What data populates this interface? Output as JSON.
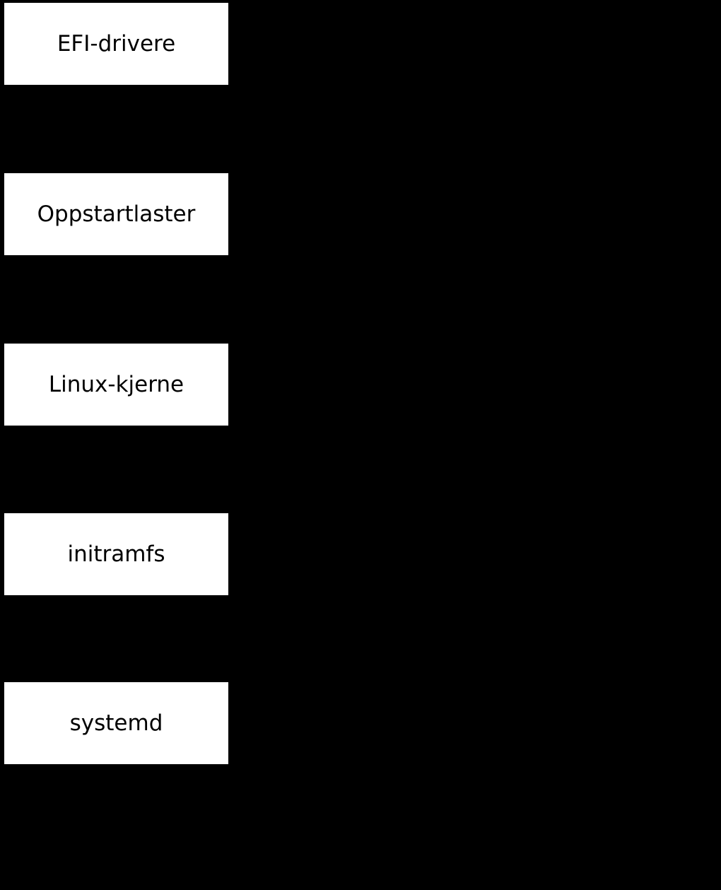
{
  "diagram": {
    "description": "Linux boot sequence flowchart (Norwegian), white nodes on black background, connecting arrows not visible",
    "background_color": "#000000",
    "node_fill_color": "#ffffff",
    "node_text_color": "#000000",
    "nodes": [
      {
        "label": "EFI-drivere"
      },
      {
        "label": "Oppstartlaster"
      },
      {
        "label": "Linux-kjerne"
      },
      {
        "label": "initramfs"
      },
      {
        "label": "systemd"
      }
    ]
  }
}
